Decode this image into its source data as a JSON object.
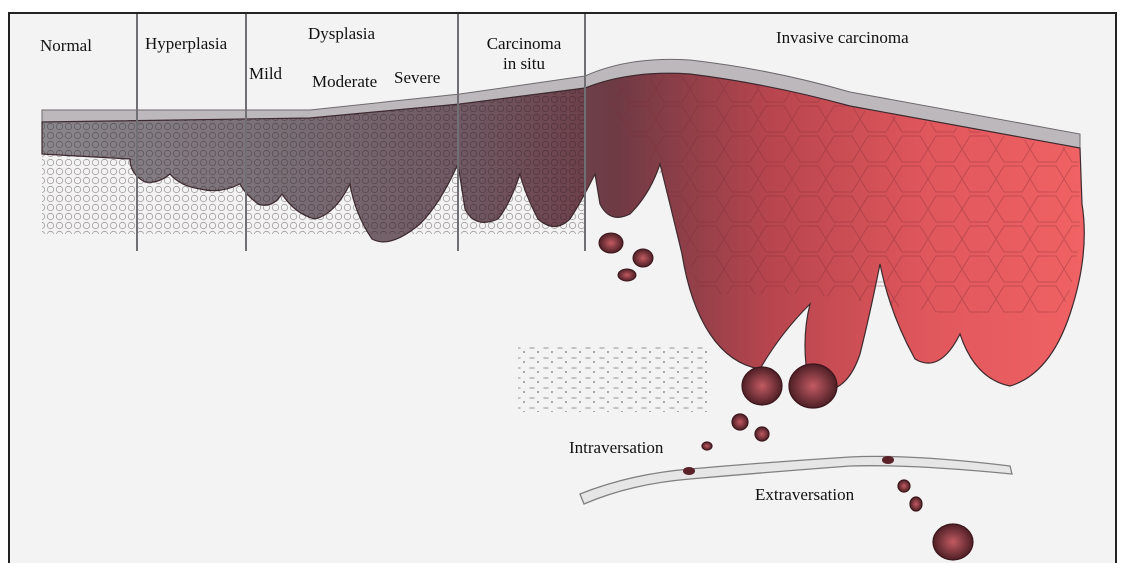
{
  "colors": {
    "background": "#f3f3f3",
    "normal_tissue": "#7d7b80",
    "dysplasia_tissue": "#6e5a62",
    "carcinoma_dark": "#6b2a33",
    "carcinoma_bright": "#ee5a5e",
    "stroma": "#c9c9c9",
    "vessel": "#d9d9d9"
  },
  "stages": {
    "normal": "Normal",
    "hyperplasia": "Hyperplasia",
    "dysplasia": "Dysplasia",
    "mild": "Mild",
    "moderate": "Moderate",
    "severe": "Severe",
    "cis_line1": "Carcinoma",
    "cis_line2": "in situ",
    "invasive": "Invasive carcinoma"
  },
  "events": {
    "intravasation": "Intraversation",
    "extravasation": "Extraversation"
  }
}
